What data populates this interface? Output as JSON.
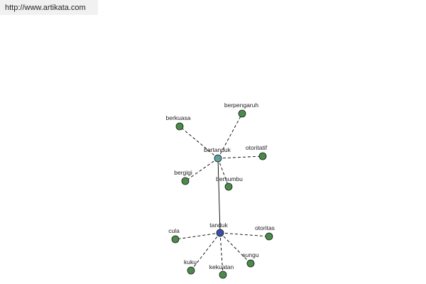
{
  "url_text": "http://www.artikata.com",
  "colors": {
    "leaf": "#4a8a4a",
    "hub_secondary": "#5fa0a0",
    "hub_main": "#3a4fa8"
  },
  "graph": {
    "nodes": [
      {
        "id": "tanduk",
        "label": "tanduk",
        "role": "main"
      },
      {
        "id": "bertanduk",
        "label": "bertanduk",
        "role": "secondary"
      },
      {
        "id": "berpengaruh",
        "label": "berpengaruh",
        "role": "leaf"
      },
      {
        "id": "berkuasa",
        "label": "berkuasa",
        "role": "leaf"
      },
      {
        "id": "otoritatif",
        "label": "otoritatif",
        "role": "leaf"
      },
      {
        "id": "bergigi",
        "label": "bergigi",
        "role": "leaf"
      },
      {
        "id": "bersumbu",
        "label": "bersumbu",
        "role": "leaf"
      },
      {
        "id": "cula",
        "label": "cula",
        "role": "leaf"
      },
      {
        "id": "otoritas",
        "label": "otoritas",
        "role": "leaf"
      },
      {
        "id": "sungu",
        "label": "sungu",
        "role": "leaf"
      },
      {
        "id": "kekuatan",
        "label": "kekuatan",
        "role": "leaf"
      },
      {
        "id": "kuku",
        "label": "kuku",
        "role": "leaf"
      }
    ],
    "edges": [
      {
        "from": "bertanduk",
        "to": "tanduk",
        "style": "solid"
      },
      {
        "from": "bertanduk",
        "to": "berpengaruh",
        "style": "dashed"
      },
      {
        "from": "bertanduk",
        "to": "berkuasa",
        "style": "dashed"
      },
      {
        "from": "bertanduk",
        "to": "otoritatif",
        "style": "dashed"
      },
      {
        "from": "bertanduk",
        "to": "bergigi",
        "style": "dashed"
      },
      {
        "from": "bertanduk",
        "to": "bersumbu",
        "style": "dashed"
      },
      {
        "from": "tanduk",
        "to": "cula",
        "style": "dashed"
      },
      {
        "from": "tanduk",
        "to": "otoritas",
        "style": "dashed"
      },
      {
        "from": "tanduk",
        "to": "sungu",
        "style": "dashed"
      },
      {
        "from": "tanduk",
        "to": "kekuatan",
        "style": "dashed"
      },
      {
        "from": "tanduk",
        "to": "kuku",
        "style": "dashed"
      }
    ]
  }
}
